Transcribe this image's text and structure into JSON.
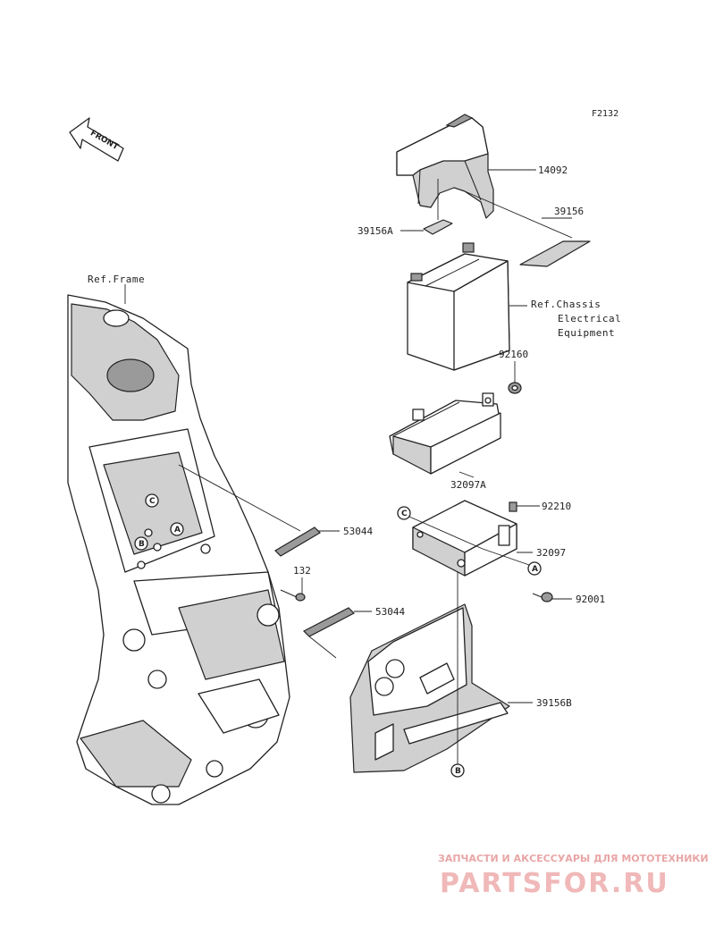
{
  "figure_code": "F2132",
  "front_label": "FRONT",
  "refs": {
    "frame": "Ref.Frame",
    "chassis_line1": "Ref.Chassis",
    "chassis_line2": "Electrical",
    "chassis_line3": "Equipment"
  },
  "parts": {
    "p14092": "14092",
    "p39156": "39156",
    "p39156A": "39156A",
    "p92160": "92160",
    "p32097A": "32097A",
    "p92210": "92210",
    "p32097": "32097",
    "p92001": "92001",
    "p53044_top": "53044",
    "p132": "132",
    "p53044_bottom": "53044",
    "p39156B": "39156B"
  },
  "callouts": {
    "a": "A",
    "b": "B",
    "c": "C"
  },
  "watermark": {
    "tagline": "ЗАПЧАСТИ И АКСЕССУАРЫ ДЛЯ МОТОТЕХНИКИ",
    "brand": "PARTSFOR.RU"
  }
}
